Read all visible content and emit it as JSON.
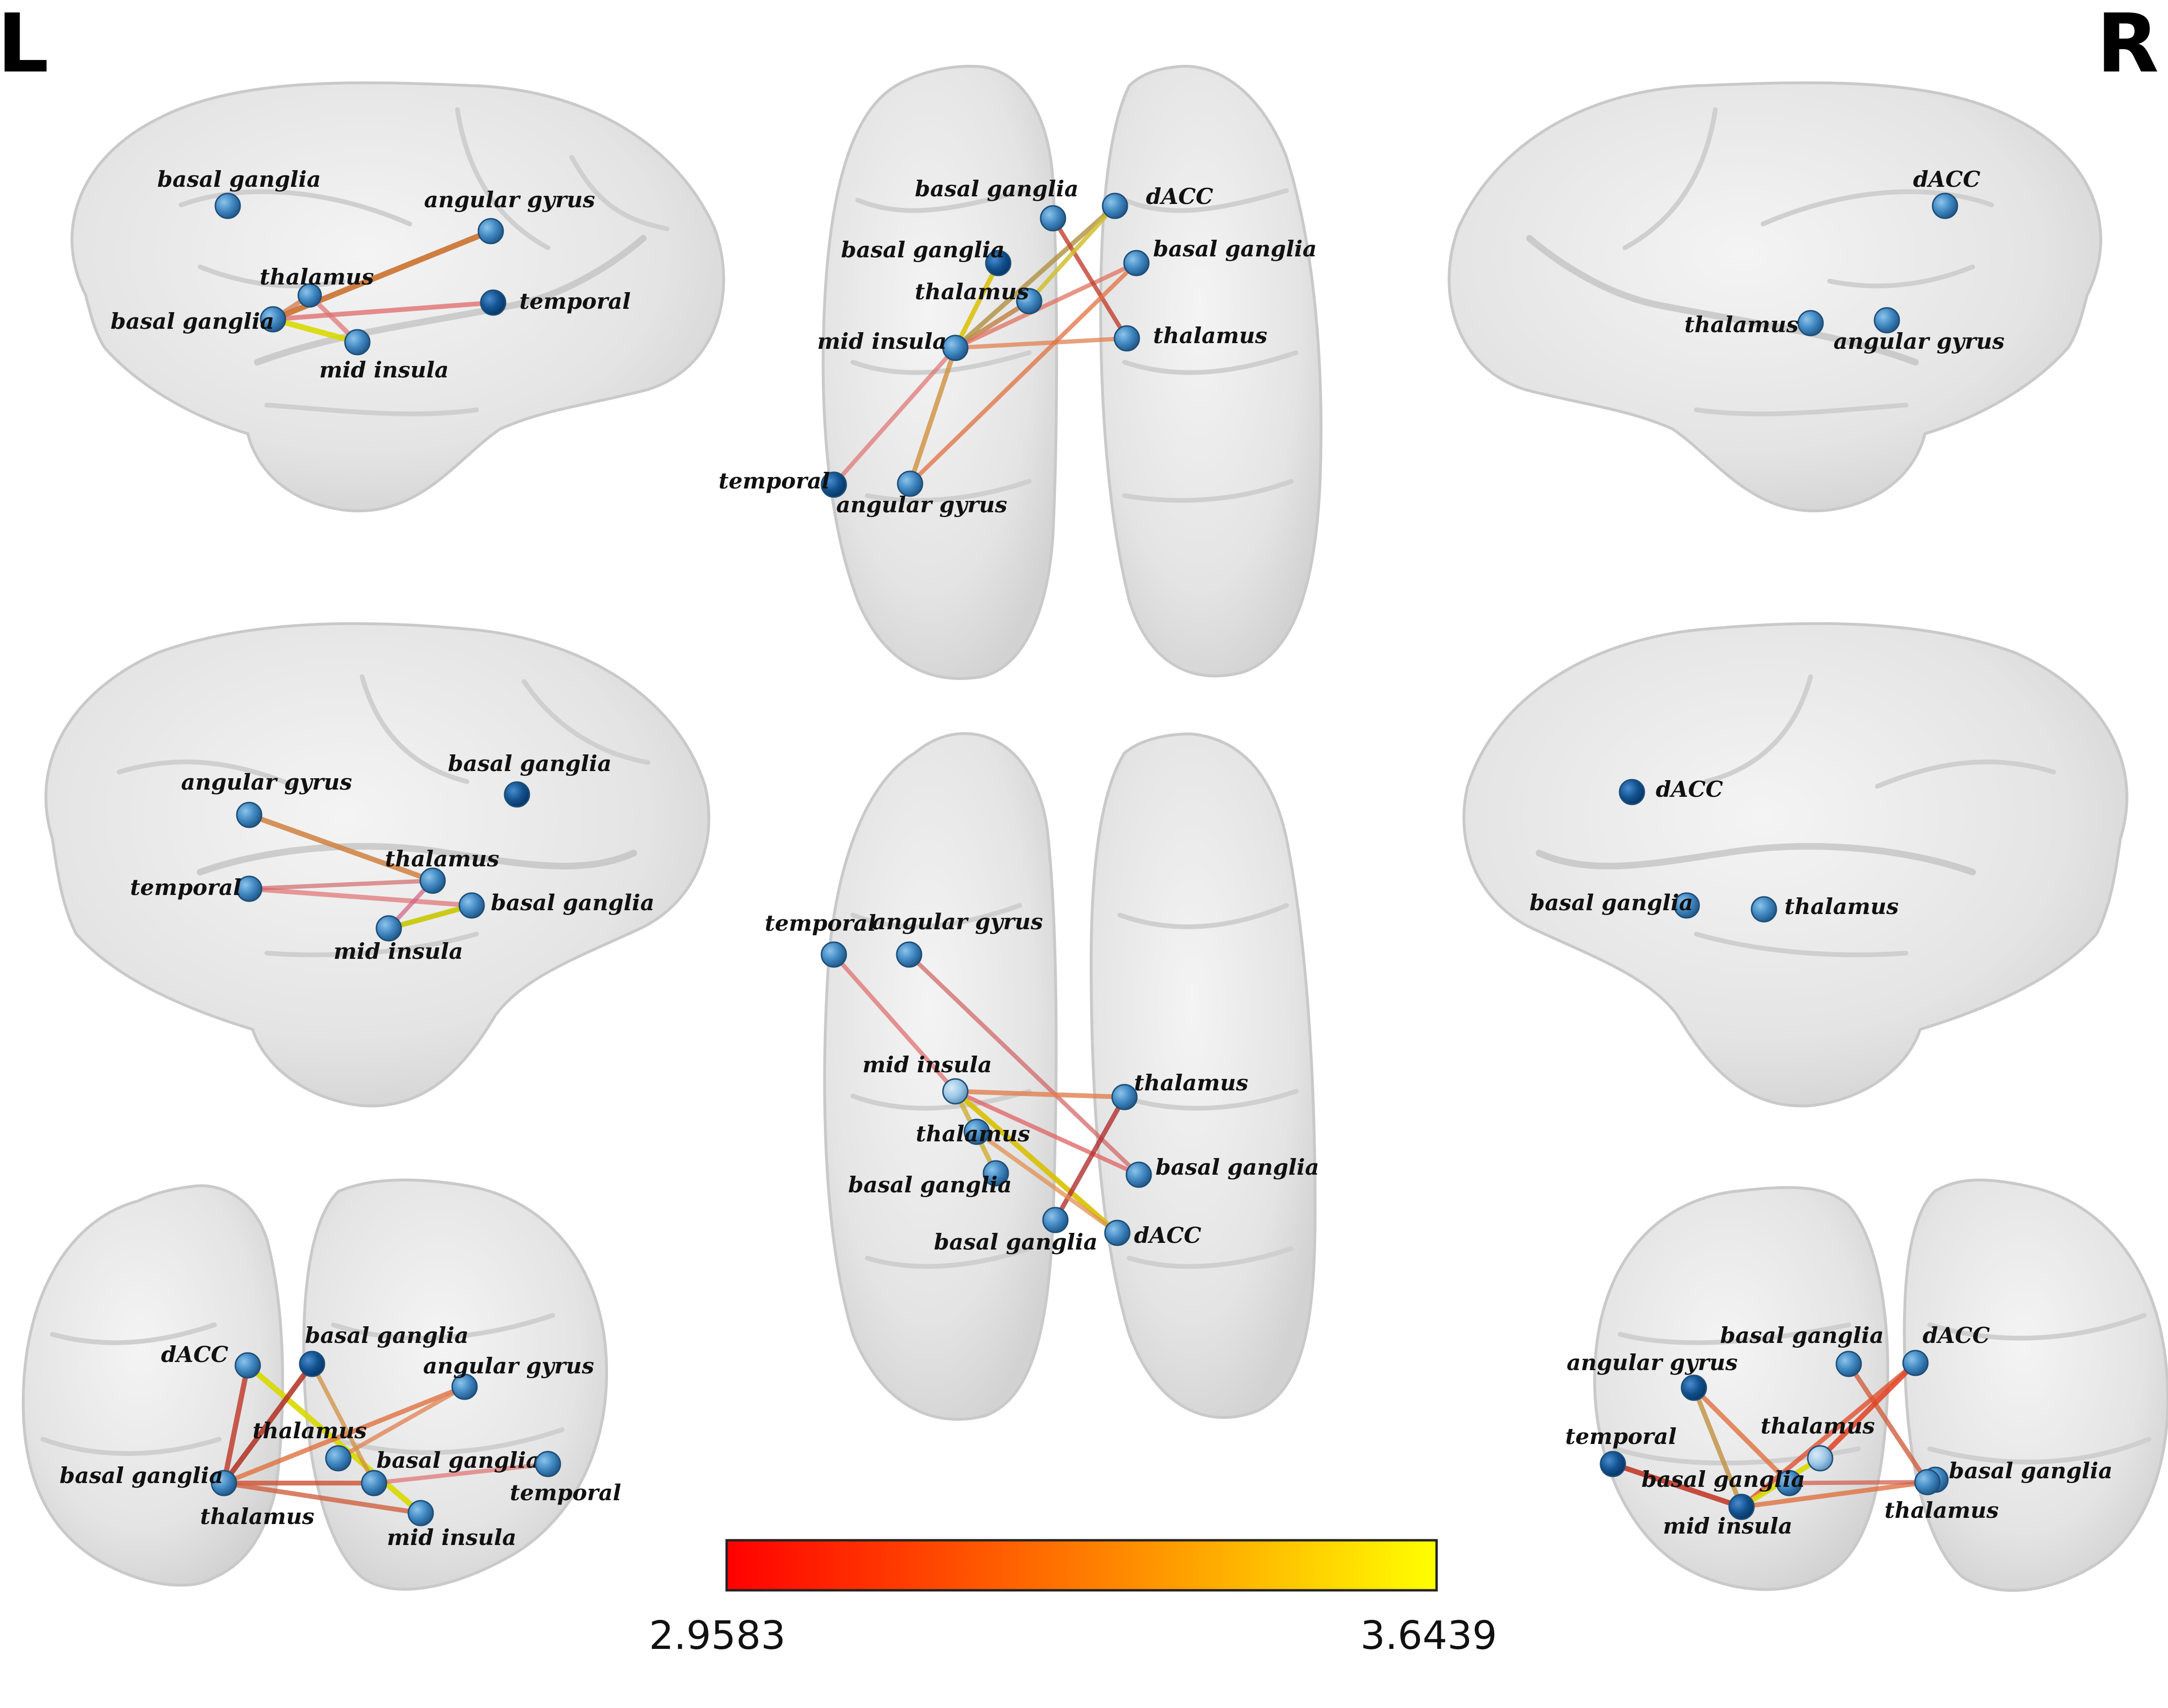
{
  "side_labels": {
    "left": "L",
    "right": "R"
  },
  "colorbar": {
    "min": "2.9583",
    "max": "3.6439",
    "color_low": "#ff0000",
    "color_high": "#ffff00"
  },
  "views": [
    {
      "id": "left-lateral",
      "nodes": [
        {
          "label": "basal ganglia"
        },
        {
          "label": "angular gyrus"
        },
        {
          "label": "thalamus"
        },
        {
          "label": "temporal"
        },
        {
          "label": "basal ganglia"
        },
        {
          "label": "mid insula"
        }
      ]
    },
    {
      "id": "top-dorsal",
      "nodes": [
        {
          "label": "basal ganglia"
        },
        {
          "label": "dACC"
        },
        {
          "label": "basal ganglia"
        },
        {
          "label": "basal ganglia"
        },
        {
          "label": "thalamus"
        },
        {
          "label": "mid insula"
        },
        {
          "label": "thalamus"
        },
        {
          "label": "temporal"
        },
        {
          "label": "angular gyrus"
        }
      ]
    },
    {
      "id": "right-lateral",
      "nodes": [
        {
          "label": "dACC"
        },
        {
          "label": "thalamus"
        },
        {
          "label": "angular gyrus"
        }
      ]
    },
    {
      "id": "left-medial",
      "nodes": [
        {
          "label": "basal ganglia"
        },
        {
          "label": "angular gyrus"
        },
        {
          "label": "thalamus"
        },
        {
          "label": "temporal"
        },
        {
          "label": "basal ganglia"
        },
        {
          "label": "mid insula"
        }
      ]
    },
    {
      "id": "bottom-ventral",
      "nodes": [
        {
          "label": "temporal"
        },
        {
          "label": "angular gyrus"
        },
        {
          "label": "mid insula"
        },
        {
          "label": "thalamus"
        },
        {
          "label": "thalamus"
        },
        {
          "label": "basal ganglia"
        },
        {
          "label": "basal ganglia"
        },
        {
          "label": "basal ganglia"
        },
        {
          "label": "dACC"
        }
      ]
    },
    {
      "id": "right-medial",
      "nodes": [
        {
          "label": "dACC"
        },
        {
          "label": "basal ganglia"
        },
        {
          "label": "thalamus"
        }
      ]
    },
    {
      "id": "front-anterior",
      "nodes": [
        {
          "label": "dACC"
        },
        {
          "label": "basal ganglia"
        },
        {
          "label": "angular gyrus"
        },
        {
          "label": "thalamus"
        },
        {
          "label": "basal ganglia"
        },
        {
          "label": "basal ganglia"
        },
        {
          "label": "temporal"
        },
        {
          "label": "thalamus"
        },
        {
          "label": "mid insula"
        }
      ]
    },
    {
      "id": "back-posterior",
      "nodes": [
        {
          "label": "angular gyrus"
        },
        {
          "label": "basal ganglia"
        },
        {
          "label": "dACC"
        },
        {
          "label": "thalamus"
        },
        {
          "label": "temporal"
        },
        {
          "label": "basal ganglia"
        },
        {
          "label": "basal ganglia"
        },
        {
          "label": "mid insula"
        },
        {
          "label": "thalamus"
        }
      ]
    }
  ]
}
